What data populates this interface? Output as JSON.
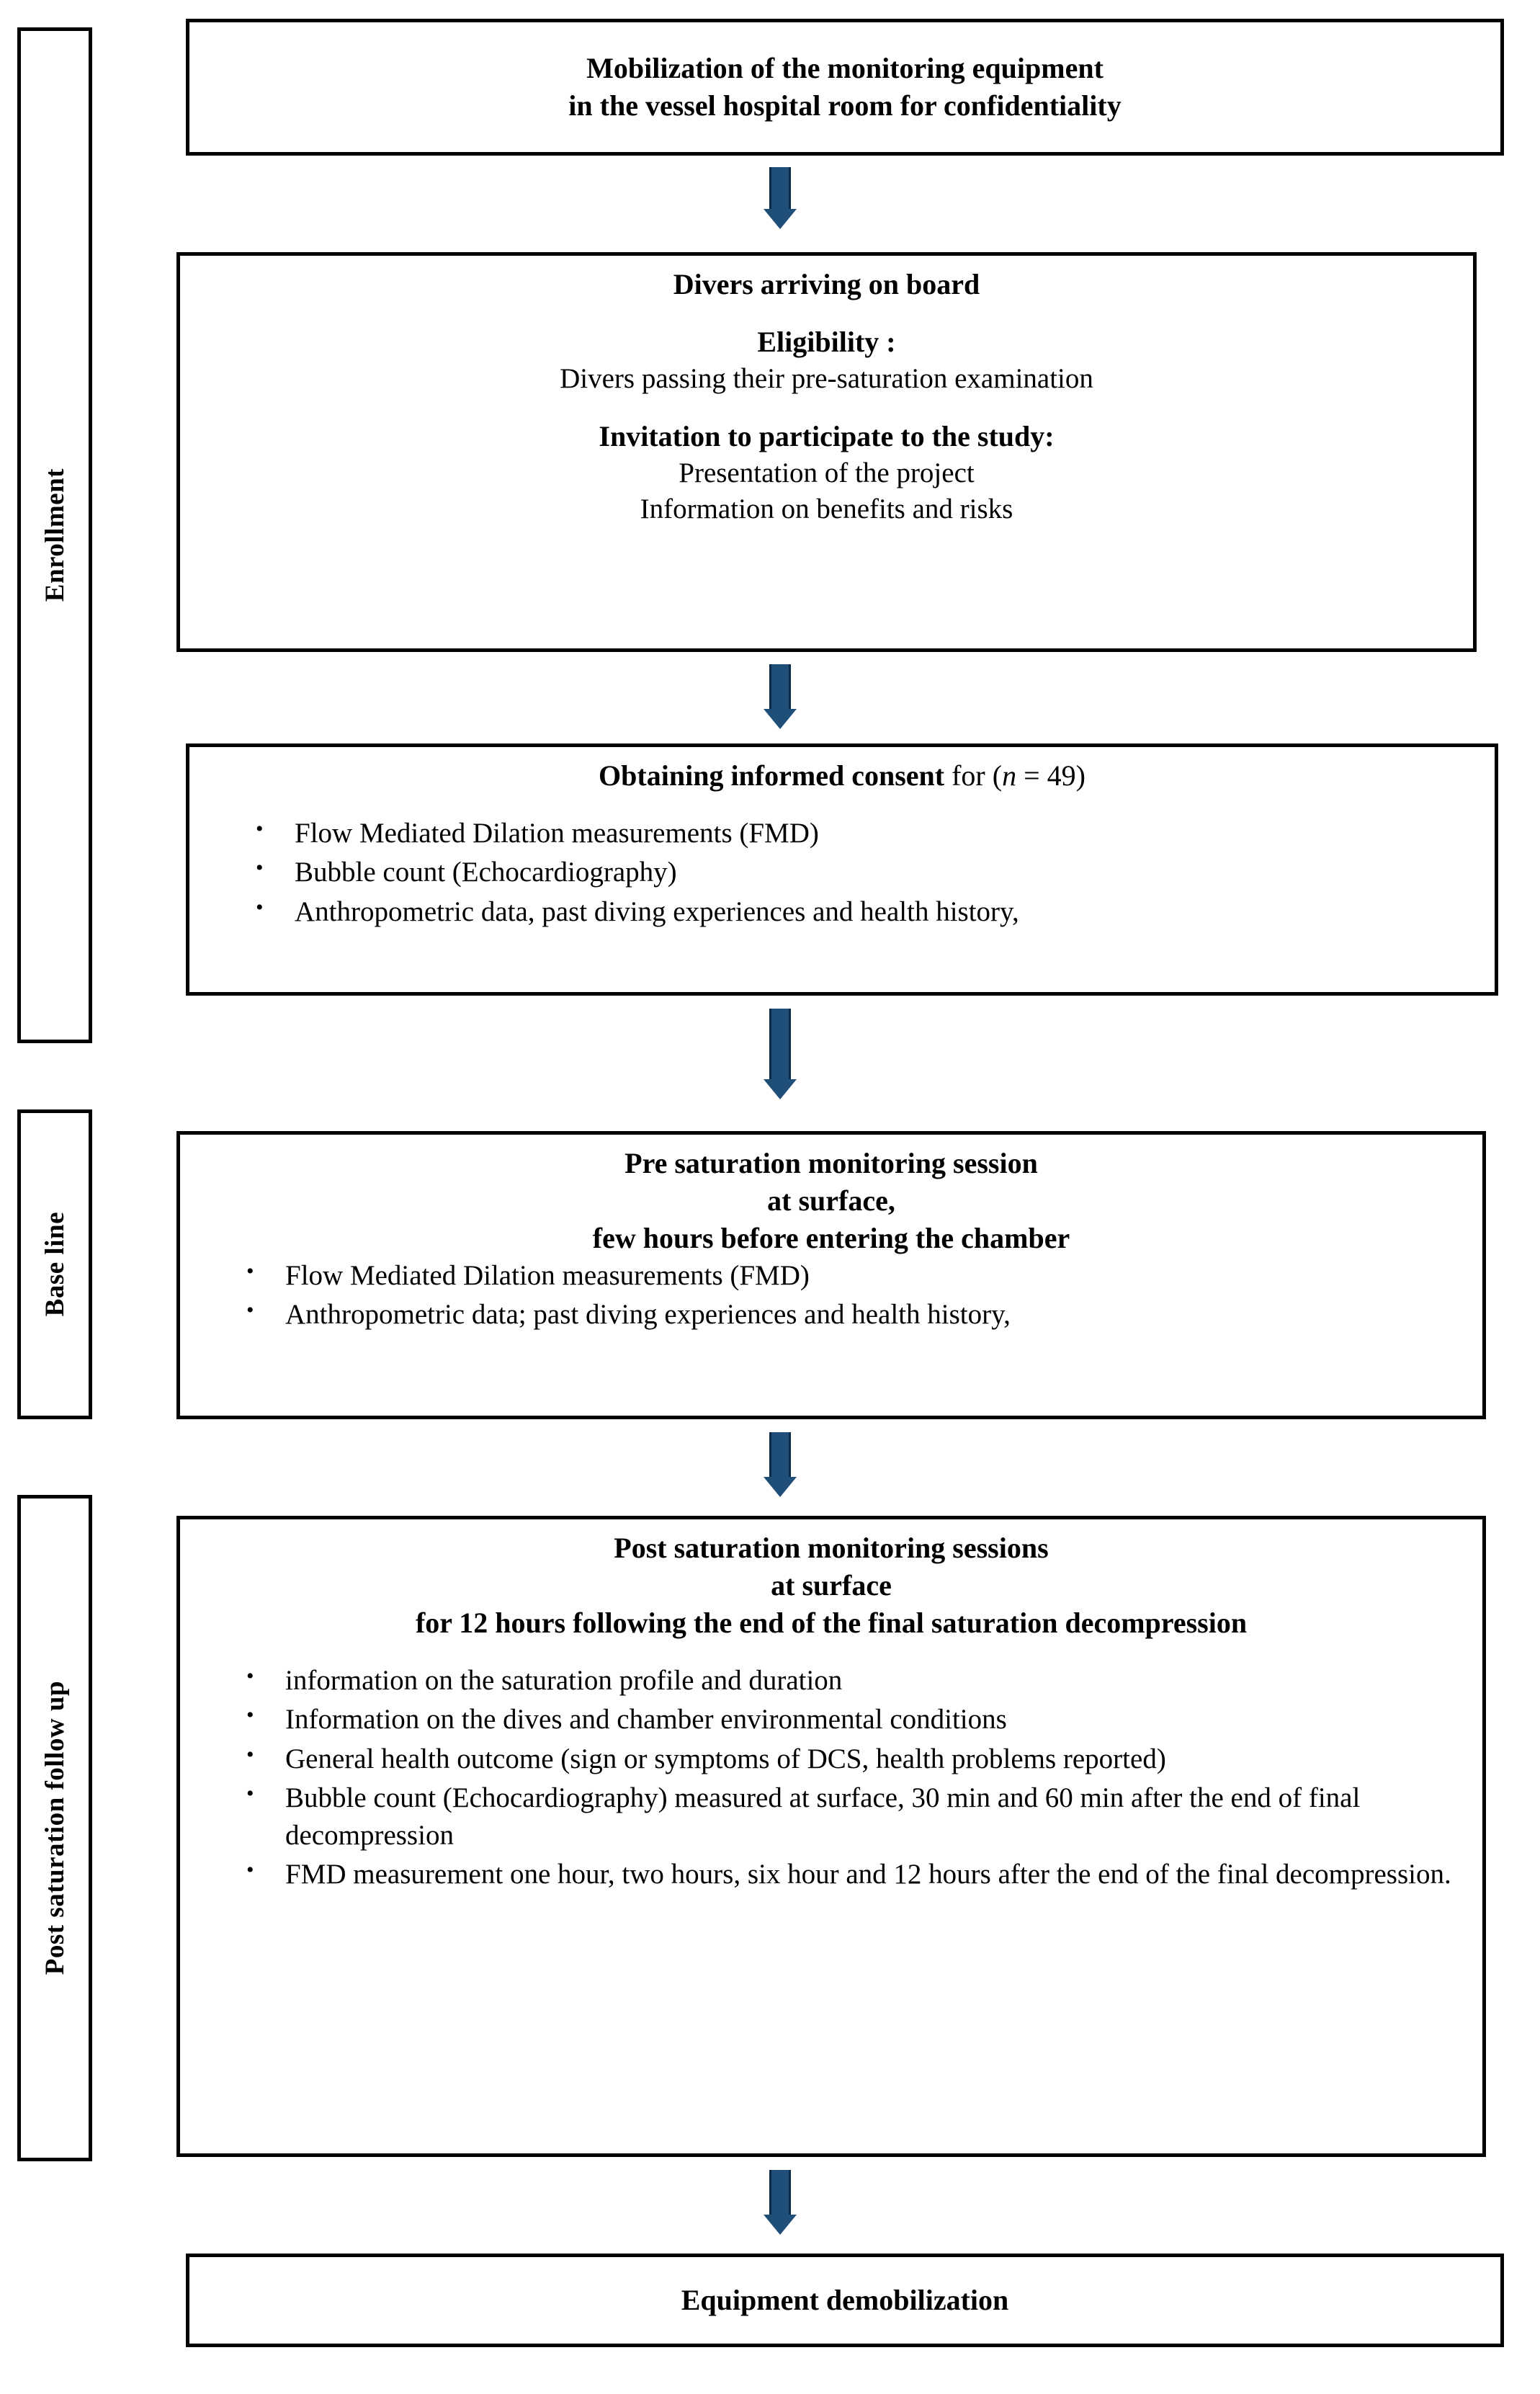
{
  "stages": [
    {
      "id": "enrollment",
      "label": "Enrollment"
    },
    {
      "id": "baseline",
      "label": "Base line"
    },
    {
      "id": "postsat",
      "label": "Post saturation follow up"
    }
  ],
  "boxes": {
    "mobilization": {
      "title_line1": "Mobilization of the monitoring equipment",
      "title_line2": "in the vessel hospital room for confidentiality"
    },
    "arriving": {
      "heading": "Divers arriving on board",
      "eligibility_label": "Eligibility :",
      "eligibility_text": "Divers passing their pre-saturation examination",
      "invitation_label": "Invitation to participate to the study:",
      "invitation_line1": "Presentation of the project",
      "invitation_line2": "Information on benefits and risks"
    },
    "consent": {
      "heading_bold": "Obtaining informed consent",
      "heading_rest": "for  (",
      "heading_n": "n",
      "heading_n_value": "= 49)",
      "bullets": [
        "Flow Mediated Dilation measurements (FMD)",
        "Bubble count (Echocardiography)",
        "Anthropometric data, past diving experiences and health history,"
      ]
    },
    "presat": {
      "title_line1": "Pre saturation monitoring session",
      "title_line2": "at surface,",
      "title_line3": "few hours before entering the chamber",
      "bullets": [
        "Flow Mediated Dilation measurements (FMD)",
        "Anthropometric data; past diving experiences and health history,"
      ]
    },
    "postsat": {
      "title_line1": "Post saturation monitoring sessions",
      "title_line2": "at surface",
      "title_line3": "for 12 hours following the end of the final saturation decompression",
      "bullets": [
        "information on the saturation profile and duration",
        "Information  on the dives and chamber environmental conditions",
        "General health outcome (sign or symptoms of DCS, health problems reported)",
        "Bubble count (Echocardiography) measured at surface, 30 min and 60 min after the end of final decompression",
        "FMD measurement one hour, two hours,  six hour and 12 hours after the end of the final decompression."
      ]
    },
    "demobilization": {
      "title": "Equipment demobilization"
    }
  },
  "arrows": {
    "count": 5,
    "color": "#1F4E79"
  }
}
